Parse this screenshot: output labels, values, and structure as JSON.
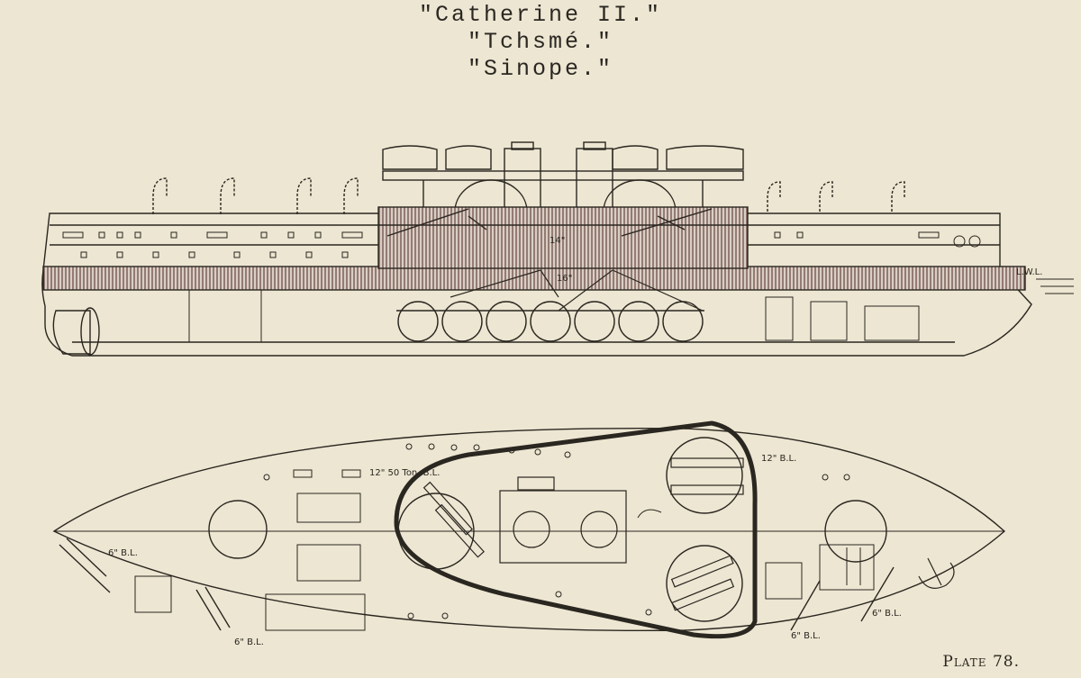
{
  "title": {
    "line1": "\"Catherine II.\"",
    "line2": "\"Tchsmé.\"",
    "line3": "\"Sinope.\""
  },
  "labels": {
    "lwl": "L.W.L.",
    "armor_14": "14\"",
    "armor_16": "16\"",
    "gun_12_50": "12\" 50 Ton .B.L.",
    "gun_12_bl": "12\" B.L.",
    "gun_6_fwd_upper": "6\" B.L.",
    "gun_6_fwd_lower": "6\" B.L.",
    "gun_6_aft_a": "6\" B.L.",
    "gun_6_aft_b": "6\" B.L."
  },
  "plate": "Plate 78.",
  "colors": {
    "paper": "#ece6d2",
    "ink": "#2a2620",
    "armor_hatch": "#6e4e48"
  }
}
